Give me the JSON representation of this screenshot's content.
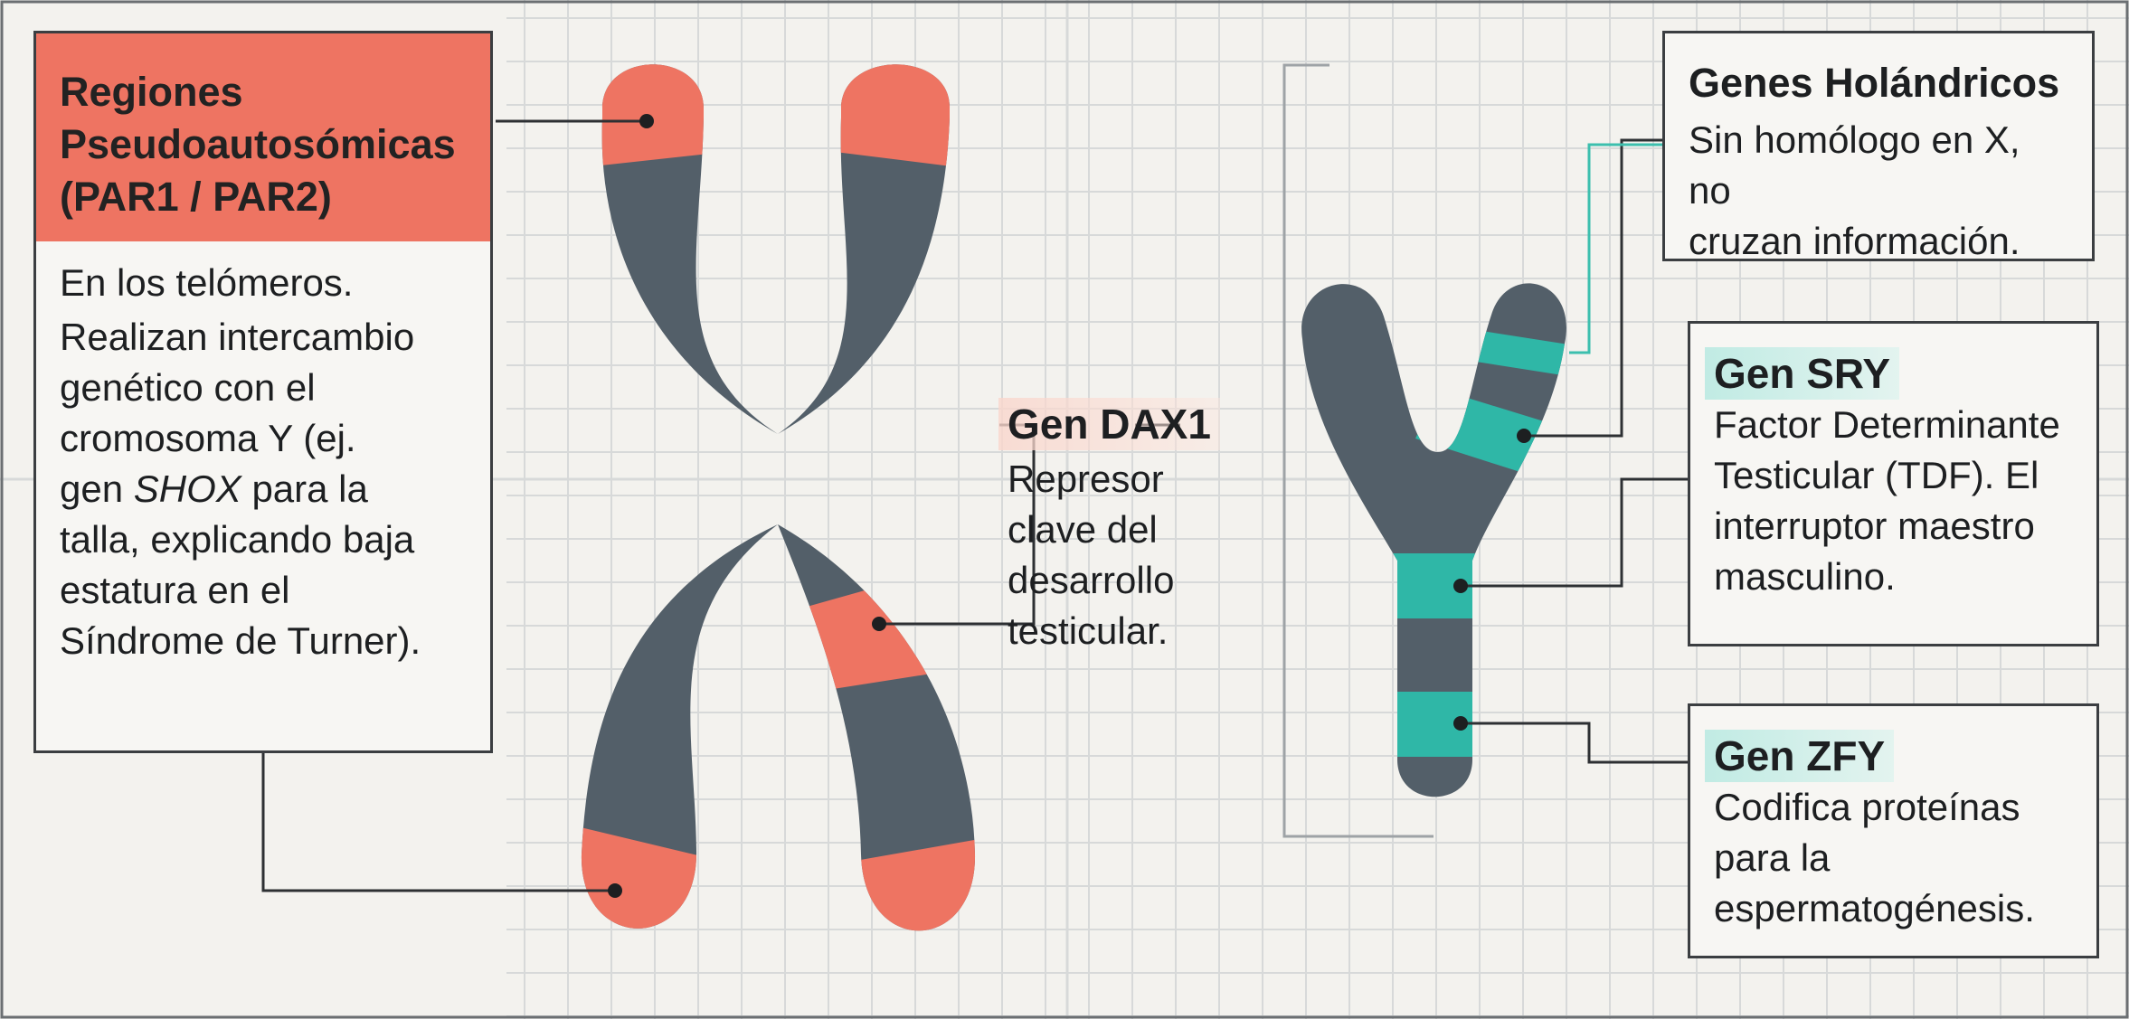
{
  "colors": {
    "chromosome": "#535f69",
    "pseudoautosomal": "#ee7462",
    "y_genes": "#2fb7a7",
    "grid": "#d7d9d9",
    "background": "#f3f2ee"
  },
  "regiones": {
    "title_lines": [
      "Regiones",
      "Pseudoautosómicas",
      "(PAR1 / PAR2)"
    ],
    "line1": "En los telómeros.",
    "line2": "Realizan intercambio",
    "line3": "genético con el",
    "line4": "cromosoma Y (ej.",
    "line5_pre": "gen ",
    "line5_gene": "SHOX",
    "line5_post": " para la",
    "line6": "talla, explicando baja",
    "line7": "estatura en el",
    "line8": "Síndrome de Turner)."
  },
  "dax1": {
    "title": "Gen DAX1",
    "lines": [
      "Represor",
      "clave del",
      "desarrollo",
      "testicular."
    ]
  },
  "holandricos": {
    "title": "Genes Holándricos",
    "lines": [
      "Sin homólogo en X, no",
      "cruzan información."
    ]
  },
  "sry": {
    "title": "Gen SRY",
    "lines": [
      "Factor Determinante",
      "Testicular (TDF). El",
      "interruptor maestro",
      "masculino."
    ]
  },
  "zfy": {
    "title": "Gen ZFY",
    "lines": [
      "Codifica proteínas",
      "para la",
      "espermatogénesis."
    ]
  }
}
